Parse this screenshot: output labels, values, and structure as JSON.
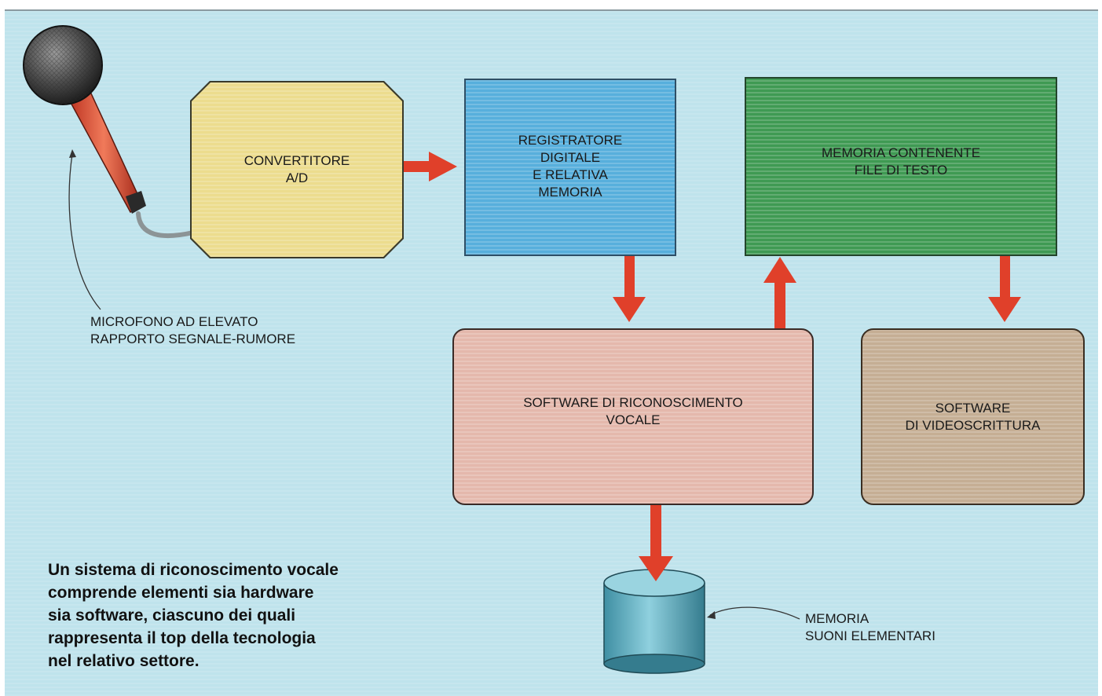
{
  "diagram": {
    "converter": {
      "lines": [
        "CONVERTITORE",
        "A/D"
      ]
    },
    "recorder": {
      "lines": [
        "REGISTRATORE",
        "DIGITALE",
        "E RELATIVA",
        "MEMORIA"
      ]
    },
    "text_memory": {
      "lines": [
        "MEMORIA CONTENENTE",
        "FILE DI TESTO"
      ]
    },
    "speech_software": {
      "lines": [
        "SOFTWARE DI RICONOSCIMENTO",
        "VOCALE"
      ]
    },
    "word_processor": {
      "lines": [
        "SOFTWARE",
        "DI VIDEOSCRITTURA"
      ]
    },
    "microphone_label": {
      "lines": [
        "MICROFONO AD ELEVATO",
        "RAPPORTO SEGNALE-RUMORE"
      ]
    },
    "sounds_memory_label": {
      "lines": [
        "MEMORIA",
        "SUONI ELEMENTARI"
      ]
    },
    "caption": {
      "lines": [
        "Un sistema di riconoscimento vocale",
        "comprende elementi sia hardware",
        "sia software, ciascuno dei quali",
        "rappresenta il top della tecnologia",
        "nel relativo settore."
      ]
    }
  },
  "colors": {
    "background": "#bfe3ec",
    "converter": "#ecdc8e",
    "recorder": "#57afdc",
    "text_memory": "#3f9a53",
    "speech_software": "#e4b8ac",
    "word_processor": "#c5ae94",
    "arrow": "#e0402a",
    "cylinder": "#5aa6b8"
  }
}
